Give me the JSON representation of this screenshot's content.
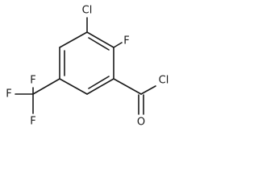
{
  "molecule": {
    "atoms": {
      "chlorine_ring": "Cl",
      "fluorine_ring": "F",
      "acyl_chlorine": "Cl",
      "carbonyl_oxygen": "O",
      "cf3_fluorine_top": "F",
      "cf3_fluorine_left": "F",
      "cf3_fluorine_bottom": "F"
    }
  }
}
